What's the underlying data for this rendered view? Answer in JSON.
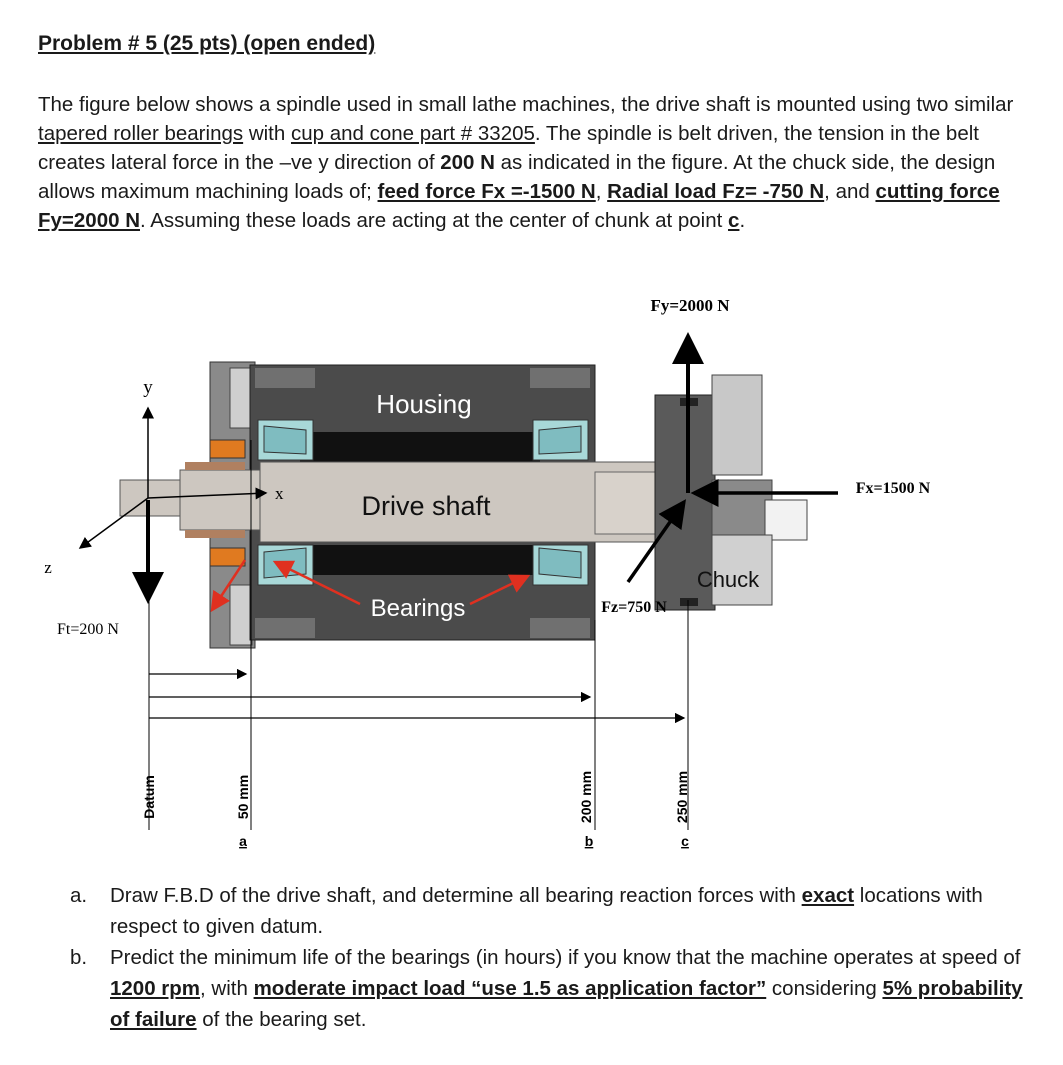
{
  "title": "Problem # 5 (25 pts) (open ended)",
  "intro": {
    "p1": "The figure below shows a spindle used in small lathe machines, the drive shaft is mounted using two similar ",
    "u1": "tapered roller bearings",
    "p2": " with ",
    "u2": "cup and cone part # 33205",
    "p3": ". The spindle is belt driven, the tension in the belt creates lateral force in the –ve y direction of ",
    "b1": "200 N",
    "p4": " as indicated in the figure. At the chuck side, the design allows maximum machining loads of; ",
    "bu1": "feed force Fx =-1500 N",
    "p5": ", ",
    "bu2": "Radial load Fz= -750 N",
    "p6": ", and ",
    "bu3": "cutting force Fy=2000 N",
    "p7": ". Assuming these loads are acting at the center of chunk at point ",
    "bu4": "c",
    "p8": "."
  },
  "figure": {
    "housing_label": "Housing",
    "shaft_label": "Drive shaft",
    "bearings_label": "Bearings",
    "chuck_label": "Chuck",
    "fy_label": "Fy=2000 N",
    "fx_label": "Fx=1500 N",
    "fz_label": "Fz=750 N",
    "ft_label": "Ft=200 N",
    "axis_y": "y",
    "axis_x": "x",
    "axis_z": "z",
    "dim_datum": "Datum",
    "dim_a": "50 mm",
    "dim_b": "200 mm",
    "dim_c": "250 mm",
    "pt_a": "a",
    "pt_b": "b",
    "pt_c": "c"
  },
  "tasks": {
    "a_label": "a.",
    "a_p1": "Draw F.B.D of the drive shaft, and determine all bearing reaction forces with ",
    "a_bu": "exact",
    "a_p2": " locations with respect to given datum.",
    "b_label": "b.",
    "b_p1": "Predict the minimum life of the bearings (in hours) if you know that the machine operates at speed of ",
    "b_bu1": "1200 rpm",
    "b_p2": ", with ",
    "b_bu2": "moderate impact load “use 1.5 as application factor”",
    "b_p3": " considering ",
    "b_bu3": "5% probability of failure",
    "b_p4": " of the bearing set."
  }
}
